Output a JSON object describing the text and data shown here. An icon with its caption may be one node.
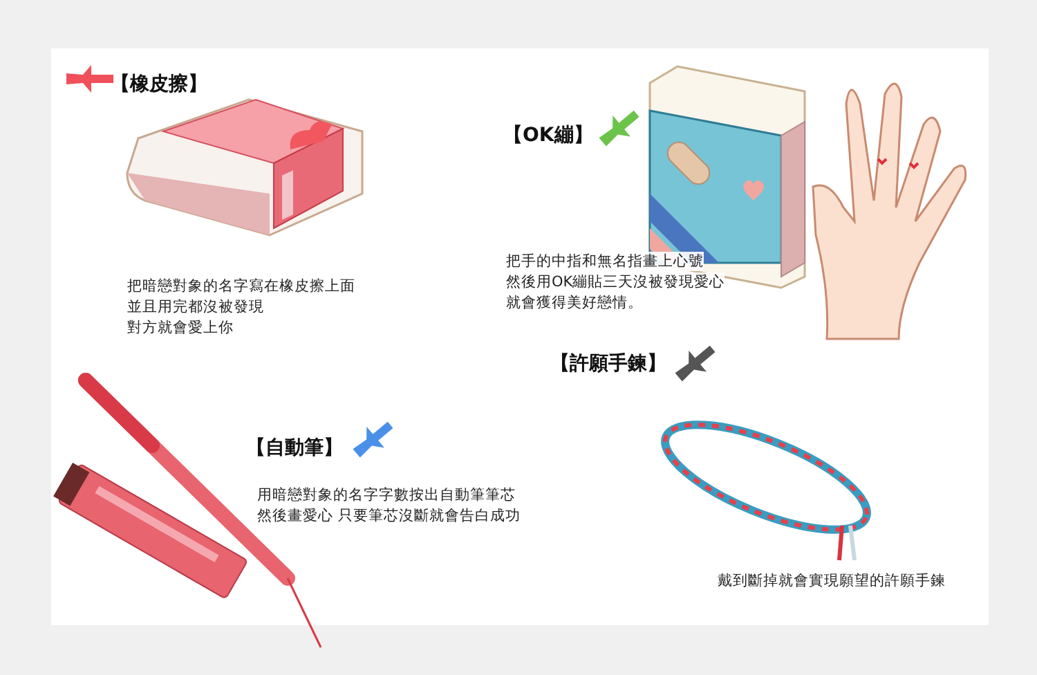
{
  "diagram": {
    "labels": [
      "【橡皮擦】",
      "把暗戀對象的名字寫在橡皮擦上面",
      "並且用完都沒被發現",
      "對方就會愛上你",
      "【OK繃】",
      "把手的中指和無名指畫上心號",
      "然後用OK繃貼三天沒被發現愛心",
      "就會獲得美好戀情。",
      "【許願手鍊】",
      "【自動筆】",
      "用暗戀對象的名字字數按出自動筆筆芯",
      "然後畫愛心 只要筆芯沒斷就會告白成功",
      "戴到斷掉就會實現願望的許願手鍊"
    ]
  }
}
